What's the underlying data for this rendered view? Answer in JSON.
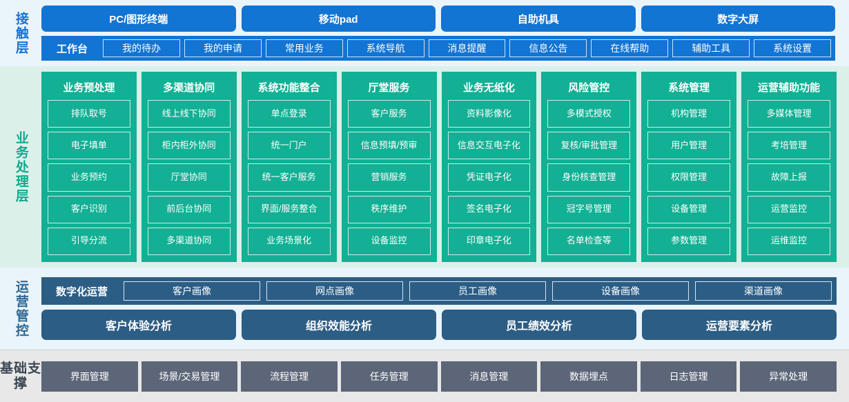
{
  "colors": {
    "contact_band_bg": "#eaf4fb",
    "contact_accent": "#1274d3",
    "business_band_bg": "#dcf0ea",
    "business_accent": "#12b094",
    "ops_band_bg": "#eaf4fb",
    "ops_accent": "#2c5d85",
    "base_band_bg": "#e8e8e8",
    "base_accent": "#5c6678"
  },
  "contact_layer": {
    "label": "接触层",
    "terminals": [
      {
        "label": "PC/图形终端"
      },
      {
        "label": "移动pad"
      },
      {
        "label": "自助机具"
      },
      {
        "label": "数字大屏"
      }
    ],
    "workbench_label": "工作台",
    "chips": [
      {
        "label": "我的待办"
      },
      {
        "label": "我的申请"
      },
      {
        "label": "常用业务"
      },
      {
        "label": "系统导航"
      },
      {
        "label": "消息提醒"
      },
      {
        "label": "信息公告"
      },
      {
        "label": "在线帮助"
      },
      {
        "label": "辅助工具"
      },
      {
        "label": "系统设置"
      }
    ]
  },
  "business_layer": {
    "label": "业务处理层",
    "columns": [
      {
        "title": "业务预处理",
        "items": [
          "排队取号",
          "电子填单",
          "业务预约",
          "客户识别",
          "引导分流"
        ]
      },
      {
        "title": "多渠道协同",
        "items": [
          "线上线下协同",
          "柜内柜外协同",
          "厅堂协同",
          "前后台协同",
          "多渠道协同"
        ]
      },
      {
        "title": "系统功能整合",
        "items": [
          "单点登录",
          "统一门户",
          "统一客户服务",
          "界面/服务整合",
          "业务场景化"
        ]
      },
      {
        "title": "厅堂服务",
        "items": [
          "客户服务",
          "信息预填/预审",
          "营销服务",
          "秩序维护",
          "设备监控"
        ]
      },
      {
        "title": "业务无纸化",
        "items": [
          "资料影像化",
          "信息交互电子化",
          "凭证电子化",
          "签名电子化",
          "印章电子化"
        ]
      },
      {
        "title": "风险管控",
        "items": [
          "多模式授权",
          "复核/审批管理",
          "身份核查管理",
          "冠字号管理",
          "名单检查等"
        ]
      },
      {
        "title": "系统管理",
        "items": [
          "机构管理",
          "用户管理",
          "权限管理",
          "设备管理",
          "参数管理"
        ]
      },
      {
        "title": "运营辅助功能",
        "items": [
          "多媒体管理",
          "考培管理",
          "故障上报",
          "运营监控",
          "运维监控"
        ]
      }
    ]
  },
  "ops_layer": {
    "label": "运营管控",
    "digital_ops_title": "数字化运营",
    "portraits": [
      {
        "label": "客户画像"
      },
      {
        "label": "网点画像"
      },
      {
        "label": "员工画像"
      },
      {
        "label": "设备画像"
      },
      {
        "label": "渠道画像"
      }
    ],
    "analyses": [
      {
        "label": "客户体验分析"
      },
      {
        "label": "组织效能分析"
      },
      {
        "label": "员工绩效分析"
      },
      {
        "label": "运营要素分析"
      }
    ]
  },
  "base_layer": {
    "label": "基础支撑",
    "items": [
      {
        "label": "界面管理"
      },
      {
        "label": "场景/交易管理"
      },
      {
        "label": "流程管理"
      },
      {
        "label": "任务管理"
      },
      {
        "label": "消息管理"
      },
      {
        "label": "数据埋点"
      },
      {
        "label": "日志管理"
      },
      {
        "label": "异常处理"
      }
    ]
  }
}
